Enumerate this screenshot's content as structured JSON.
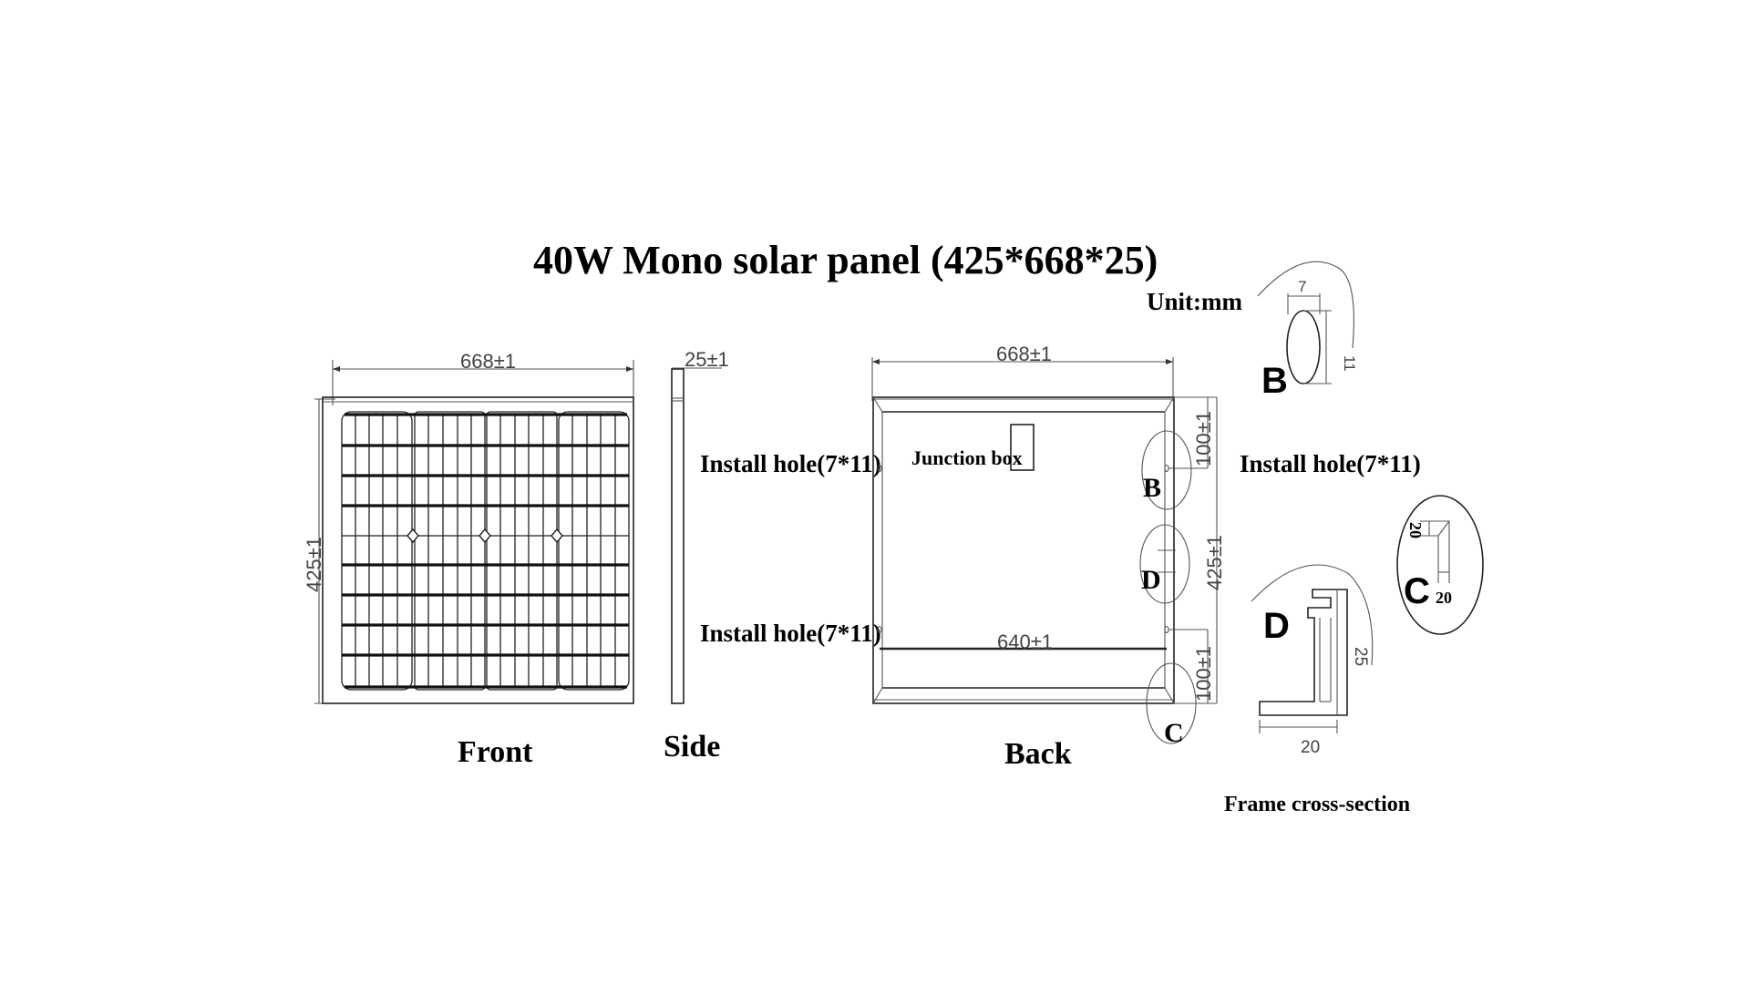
{
  "title": "40W Mono solar panel (425*668*25)",
  "unit_label": "Unit:mm",
  "views": {
    "front": {
      "label": "Front",
      "width_dim": "668±1",
      "height_dim": "425±1",
      "cell_columns": 4,
      "cell_rows": 9
    },
    "side": {
      "label": "Side",
      "thickness_dim": "25±1"
    },
    "back": {
      "label": "Back",
      "width_dim": "668±1",
      "hole_spacing_dim": "640±1",
      "height_dim": "425±1",
      "hole_offset_top_dim": "100±1",
      "hole_offset_bottom_dim": "100±1",
      "junction_box_label": "Junction box",
      "install_hole_left_top": "Install hole(7*11)",
      "install_hole_left_bottom": "Install hole(7*11)",
      "install_hole_right": "Install hole(7*11)",
      "callouts": [
        "B",
        "D",
        "C"
      ]
    },
    "details": {
      "b": {
        "letter": "B",
        "width_dim": "7",
        "height_dim": "11"
      },
      "c": {
        "letter": "C",
        "dim_a": "20",
        "dim_b": "20"
      },
      "d": {
        "letter": "D",
        "height_dim": "25",
        "width_dim": "20"
      },
      "frame_label": "Frame cross-section"
    }
  }
}
